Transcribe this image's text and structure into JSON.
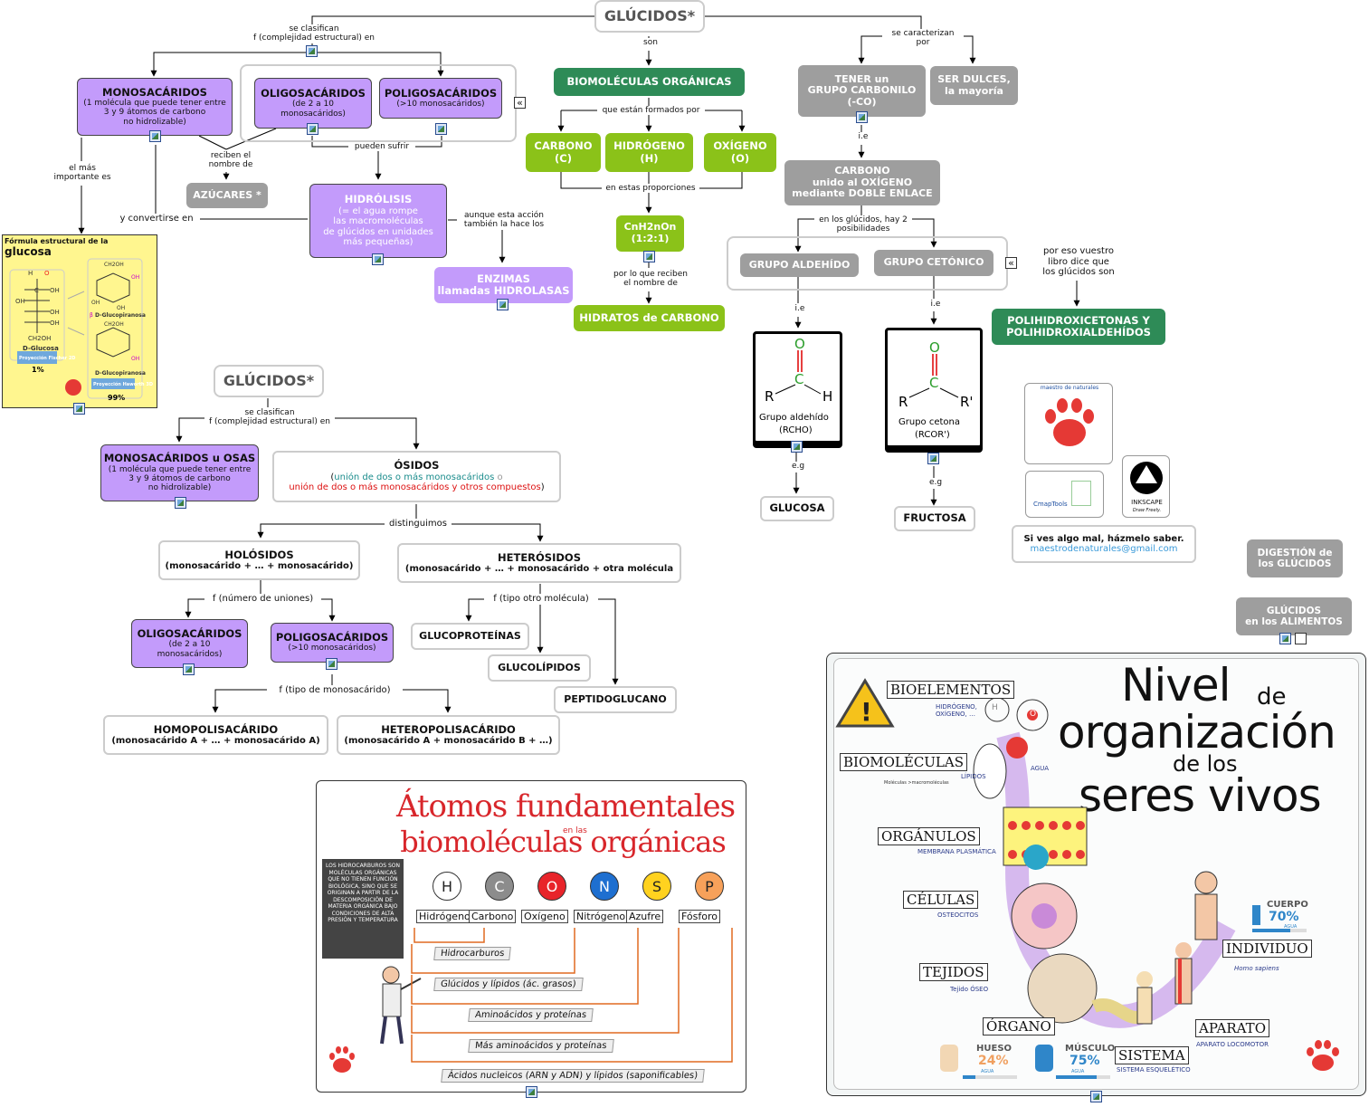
{
  "top_map": {
    "root": "GLÚCIDOS*",
    "link_clasifican": "se clasifican\nf (complejidad estructural) en",
    "link_son": "son",
    "link_caracterizan": "se caracterizan\npor",
    "mono": {
      "title": "MONOSACÁRIDOS",
      "desc": "(1 molécula que puede tener entre\n3 y 9 átomos de carbono\nno hidrolizable)"
    },
    "oligo": {
      "title": "OLIGOSACÁRIDOS",
      "desc": "(de 2 a 10\nmonosacáridos)"
    },
    "poli": {
      "title": "POLIGOSACÁRIDOS",
      "desc": "(>10 monosacáridos)"
    },
    "collapse_glyph": "«",
    "link_reciben": "reciben el\nnombre de",
    "azucares": "AZÚCARES *",
    "link_pueden": "pueden sufrir",
    "hidrolisis": {
      "title": "HIDRÓLISIS",
      "desc": "(= el agua rompe\nlas macromoléculas\nde glúcidos en unidades\nmás pequeñas)"
    },
    "link_convertirse": "y convertirse en",
    "link_aunque": "aunque esta acción\ntambién la hace los",
    "enzimas": "ENZIMAS\nllamadas HIDROLASAS",
    "link_importante": "el más\nimportante es",
    "glucosa_card": {
      "title_prefix": "Fórmula estructural de la",
      "title_main": "glucosa",
      "fischer_name": "D-Glucosa",
      "fischer_proj": "Proyección Fischer\n2D",
      "fischer_pct": "1%",
      "alpha_name": "D-Glucopiranosa",
      "alpha_prefix": "β",
      "beta_name": "D-Glucopiranosa",
      "haworth_proj": "Proyección Haworth\n3D",
      "haworth_pct": "99%",
      "oh": "OH",
      "h": "H",
      "c": "C",
      "ch2oh": "CH2OH",
      "o": "O"
    },
    "biomol": "BIOMOLÉCULAS ORGÁNICAS",
    "link_formados": "que están formados por",
    "carbono": "CARBONO\n(C)",
    "hidrogeno": "HIDRÓGENO\n(H)",
    "oxigeno": "OXÍGENO\n(O)",
    "link_proporciones": "en estas proporciones",
    "formula": "CnH2nOn\n(1:2:1)",
    "link_reciben2": "por lo que reciben\nel nombre de",
    "hidratos": "HIDRATOS de CARBONO",
    "carbonilo": "TENER un\nGRUPO CARBONILO\n(-CO)",
    "dulces": "SER DULCES,\nla mayoría",
    "link_ie": "i.e",
    "carbono_doble": "CARBONO\nunido al OXÍGENO\nmediante DOBLE ENLACE",
    "link_posibilidades": "en los glúcidos, hay 2\nposibilidades",
    "aldehido": "GRUPO ALDEHÍDO",
    "cetonico": "GRUPO CETÓNICO",
    "link_vuestro": "por eso vuestro\nlibro dice que\nlos glúcidos son",
    "polihidroxi": "POLIHIDROXICETONAS Y\nPOLIHIDROXIALDEHÍDOS",
    "aldehido_card": {
      "o": "O",
      "c": "C",
      "r": "R",
      "h": "H",
      "name": "Grupo aldehído",
      "formula": "(RCHO)"
    },
    "cetona_card": {
      "o": "O",
      "c": "C",
      "r": "R",
      "r2": "R'",
      "name": "Grupo cetona",
      "formula": "(RCOR')"
    },
    "link_eg": "e.g",
    "glucosa": "GLUCOSA",
    "fructosa": "FRUCTOSA"
  },
  "side": {
    "logo_letters": "maestro de naturales",
    "cmap": "CmapTools",
    "inkscape": "INKSCAPE",
    "inkscape_sub": "Draw Freely.",
    "contact_line": "Si ves algo mal, házmelo saber.",
    "email": "maestrodenaturales@gmail.com",
    "digestion": "DIGESTIÓN de\nlos GLÚCIDOS",
    "alimentos": "GLÚCIDOS\nen los ALIMENTOS"
  },
  "bottom_map": {
    "root": "GLÚCIDOS*",
    "link_clasifican": "se clasifican\nf (complejidad estructural) en",
    "mono": {
      "title": "MONOSACÁRIDOS u OSAS",
      "desc": "(1 molécula que puede tener entre\n3 y 9 átomos de carbono\nno hidrolizable)"
    },
    "osidos": {
      "title": "ÓSIDOS",
      "desc_open": "(",
      "desc_a": "unión de dos o más monosacáridos",
      "desc_o": " o",
      "desc_b": "unión de dos o más monosacáridos y otros compuestos",
      "desc_close": ")"
    },
    "link_distinguimos": "distinguimos",
    "holosidos": {
      "title": "HOLÓSIDOS",
      "desc": "(monosacárido + … + monosacárido)"
    },
    "heterosidos": {
      "title": "HETERÓSIDOS",
      "desc": "(monosacárido + … + monosacárido + otra molécula"
    },
    "link_uniones": "f (número de uniones)",
    "oligo": {
      "title": "OLIGOSACÁRIDOS",
      "desc": "(de 2 a 10\nmonosacáridos)"
    },
    "poli": {
      "title": "POLIGOSACÁRIDOS",
      "desc": "(>10 monosacáridos)"
    },
    "link_otra": "f (tipo otro molécula)",
    "glucoproteinas": "GLUCOPROTEÍNAS",
    "glucolipidos": "GLUCOLÍPIDOS",
    "peptidoglucano": "PEPTIDOGLUCANO",
    "link_tipo": "f (tipo de monosacárido)",
    "homo": {
      "title": "HOMOPOLISACÁRIDO",
      "desc": "(monosacárido A + … + monosacárido A)"
    },
    "hetero": {
      "title": "HETEROPOLISACÁRIDO",
      "desc": "(monosacárido A + monosacárido B + …)"
    }
  },
  "atomos": {
    "title1": "Átomos fundamentales",
    "title_small": "en las",
    "title2": "biomoléculas orgánicas",
    "note": "LOS HIDROCARBUROS SON MOLÉCULAS ORGÁNICAS QUE NO TIENEN FUNCIÓN BIOLÓGICA, SINO QUE SE ORIGINAN A PARTIR DE LA DESCOMPOSICIÓN DE MATERIA ORGÁNICA BAJO CONDICIONES DE ALTA PRESIÓN Y TEMPERATURA",
    "atoms": [
      {
        "sym": "H",
        "name": "Hidrógeno",
        "color": "#ffffff"
      },
      {
        "sym": "C",
        "name": "Carbono",
        "color": "#8c8c8c"
      },
      {
        "sym": "O",
        "name": "Oxígeno",
        "color": "#e8242a"
      },
      {
        "sym": "N",
        "name": "Nitrógeno",
        "color": "#1e6fd0"
      },
      {
        "sym": "S",
        "name": "Azufre",
        "color": "#ffd21f"
      },
      {
        "sym": "P",
        "name": "Fósforo",
        "color": "#f7a15a"
      }
    ],
    "rows": [
      "Hidrocarburos",
      "Glúcidos y lípidos (ác. grasos)",
      "Aminoácidos y proteínas",
      "Más aminoácidos y proteínas",
      "Ácidos nucleicos (ARN y ADN) y lípidos (saponificables)"
    ]
  },
  "nivel": {
    "title1": "Nivel",
    "title_de": "de",
    "title2": "organización",
    "title_de_los": "de los",
    "title3": "seres vivos",
    "levels": [
      {
        "label": "BIOELEMENTOS",
        "sub": "HIDRÓGENO,\nOXÍGENO, …"
      },
      {
        "label": "BIOMOLÉCULAS",
        "sub": "LÍPIDOS"
      },
      {
        "label": "ORGÁNULOS",
        "sub": "MEMBRANA PLASMÁTICA"
      },
      {
        "label": "CÉLULAS",
        "sub": "OSTEOCITOS"
      },
      {
        "label": "TEJIDOS",
        "sub": "Tejido ÓSEO"
      },
      {
        "label": "ÓRGANO",
        "sub": ""
      },
      {
        "label": "SISTEMA",
        "sub": "SISTEMA ESQUELÉTICO"
      },
      {
        "label": "APARATO",
        "sub": "APARATO LOCOMOTOR"
      },
      {
        "label": "INDIVIDUO",
        "sub": "Homo sapiens"
      }
    ],
    "agua": "AGUA",
    "moleculas": "Moléculas >macromoléculas",
    "cuerpo": {
      "name": "CUERPO",
      "pct": "70%",
      "unit": "AGUA",
      "value": 0.7
    },
    "hueso": {
      "name": "HUESO",
      "pct": "24%",
      "unit": "AGUA",
      "value": 0.24
    },
    "musculo": {
      "name": "MÚSCULO",
      "pct": "75%",
      "unit": "AGUA",
      "value": 0.75
    },
    "h_atom": "H",
    "o_atom": "O"
  },
  "colors": {
    "purple": "#c39bfb",
    "green": "#8bc219",
    "dark_green": "#2e8b57",
    "gray": "#9e9e9e",
    "yellow_card": "#fff68f"
  }
}
